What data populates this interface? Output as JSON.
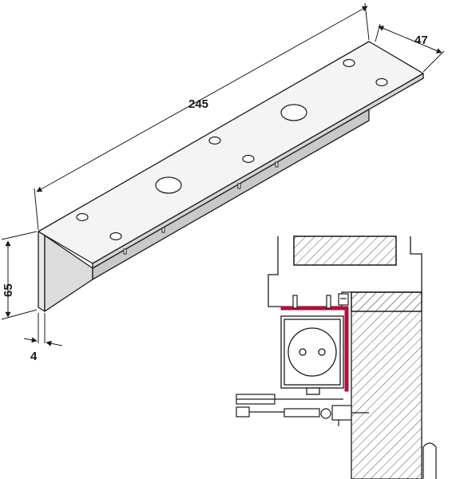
{
  "dimensions": {
    "length": "245",
    "depth": "47",
    "height": "65",
    "thickness": "4"
  },
  "colors": {
    "line": "#1a1a1a",
    "bracket_face": "#e9e9e9",
    "bracket_top": "#f4f4f4",
    "bracket_shadow": "#c9c9c9",
    "highlight": "#b0103a",
    "hatch": "#555555"
  }
}
